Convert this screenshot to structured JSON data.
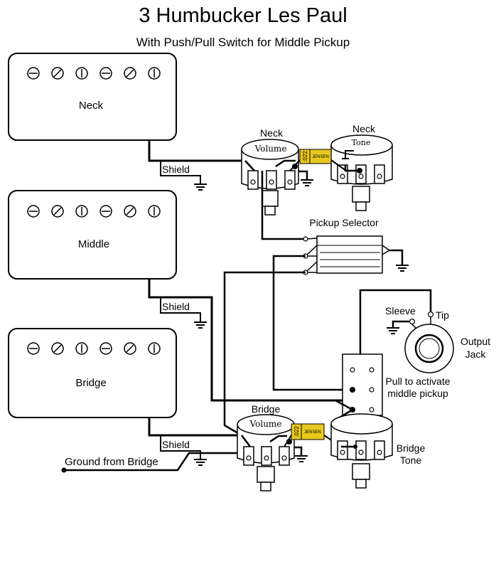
{
  "title": "3 Humbucker Les Paul",
  "subtitle": "With Push/Pull Switch for Middle Pickup",
  "pickups": {
    "neck": "Neck",
    "middle": "Middle",
    "bridge": "Bridge"
  },
  "shield": {
    "neck": "Shield",
    "middle": "Shield",
    "bridge": "Shield"
  },
  "pots": {
    "neck_volume_title": "Neck",
    "neck_volume_label": "Volume",
    "neck_tone_title": "Neck",
    "neck_tone_label": "Tone",
    "bridge_volume_title": "Bridge",
    "bridge_volume_label": "Volume",
    "bridge_tone_label_1": "Bridge",
    "bridge_tone_label_2": "Tone"
  },
  "capacitor": {
    "value": ".022",
    "brand": "JENSEN"
  },
  "selector": {
    "label": "Pickup Selector"
  },
  "jack": {
    "sleeve": "Sleeve",
    "tip": "Tip",
    "label_1": "Output",
    "label_2": "Jack"
  },
  "push_pull": {
    "label_1": "Pull to activate",
    "label_2": "middle pickup"
  },
  "ground_from_bridge": "Ground from Bridge",
  "colors": {
    "wire": "#000000",
    "capacitor": "#e8c81e",
    "pot_body": "#ffffff"
  }
}
